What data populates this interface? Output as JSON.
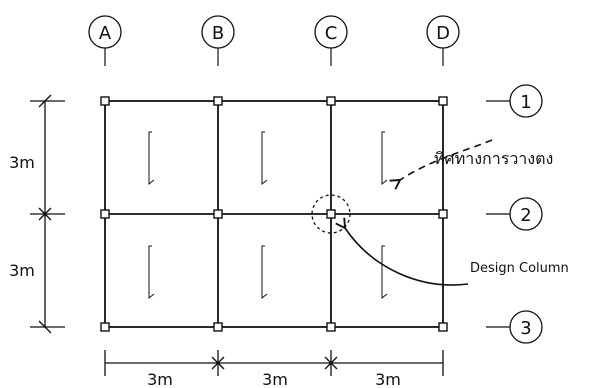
{
  "diagram": {
    "column_axes": [
      "A",
      "B",
      "C",
      "D"
    ],
    "row_axes": [
      "1",
      "2",
      "3"
    ],
    "vertical_dimensions": [
      "3m",
      "3m"
    ],
    "horizontal_dimensions": [
      "3m",
      "3m",
      "3m"
    ],
    "annotations": {
      "slab_direction": "ทิศทางการวางตง",
      "design_column": "Design Column"
    },
    "colors": {
      "line": "#111111",
      "background": "#ffffff"
    }
  }
}
